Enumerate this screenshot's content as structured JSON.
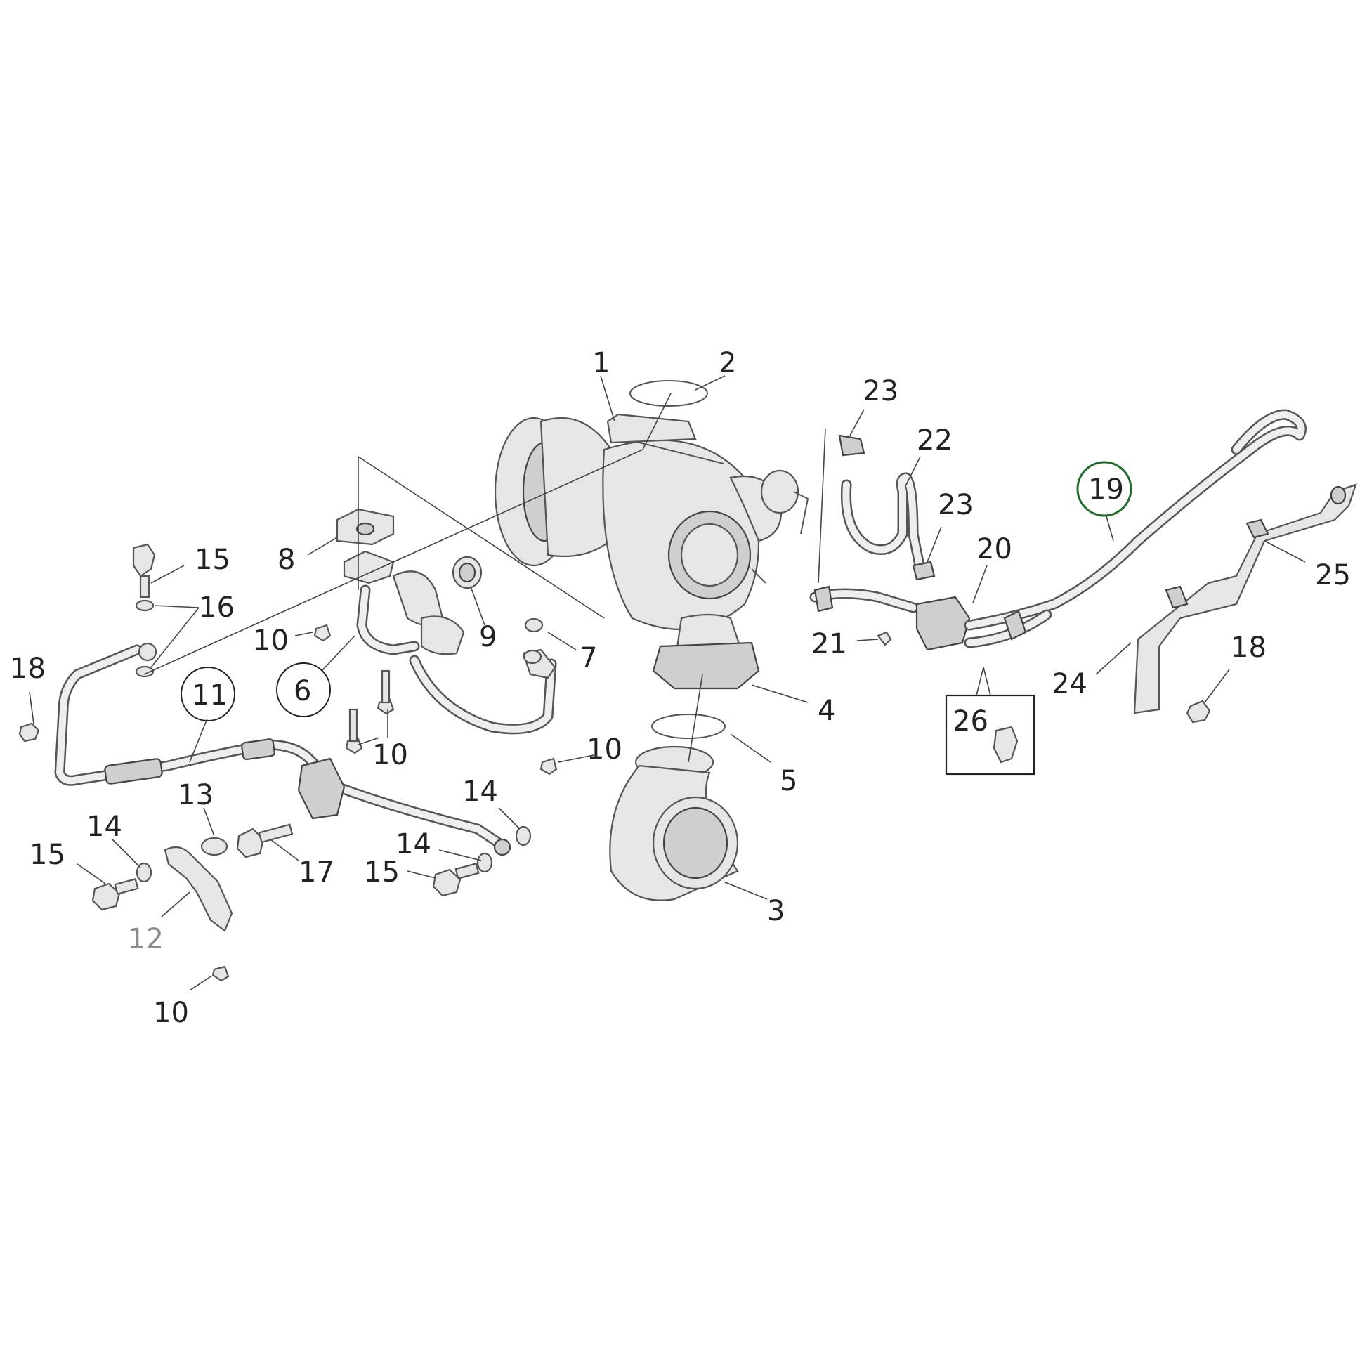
{
  "labels": {
    "l1": "1",
    "l2": "2",
    "l3": "3",
    "l4": "4",
    "l5": "5",
    "l6": "6",
    "l7": "7",
    "l8": "8",
    "l9": "9",
    "l10a": "10",
    "l10b": "10",
    "l10c": "10",
    "l10d": "10",
    "l11": "11",
    "l12": "12",
    "l13": "13",
    "l14a": "14",
    "l14b": "14",
    "l14c": "14",
    "l15a": "15",
    "l15b": "15",
    "l15c": "15",
    "l16": "16",
    "l17": "17",
    "l18a": "18",
    "l18b": "18",
    "l19": "19",
    "l20": "20",
    "l21": "21",
    "l22": "22",
    "l23a": "23",
    "l23b": "23",
    "l24": "24",
    "l25": "25",
    "l26": "26"
  },
  "colors": {
    "highlight_circle": "#1e6b2a",
    "muted_label": "#8c8c8c",
    "callout_circle": "#222222"
  }
}
